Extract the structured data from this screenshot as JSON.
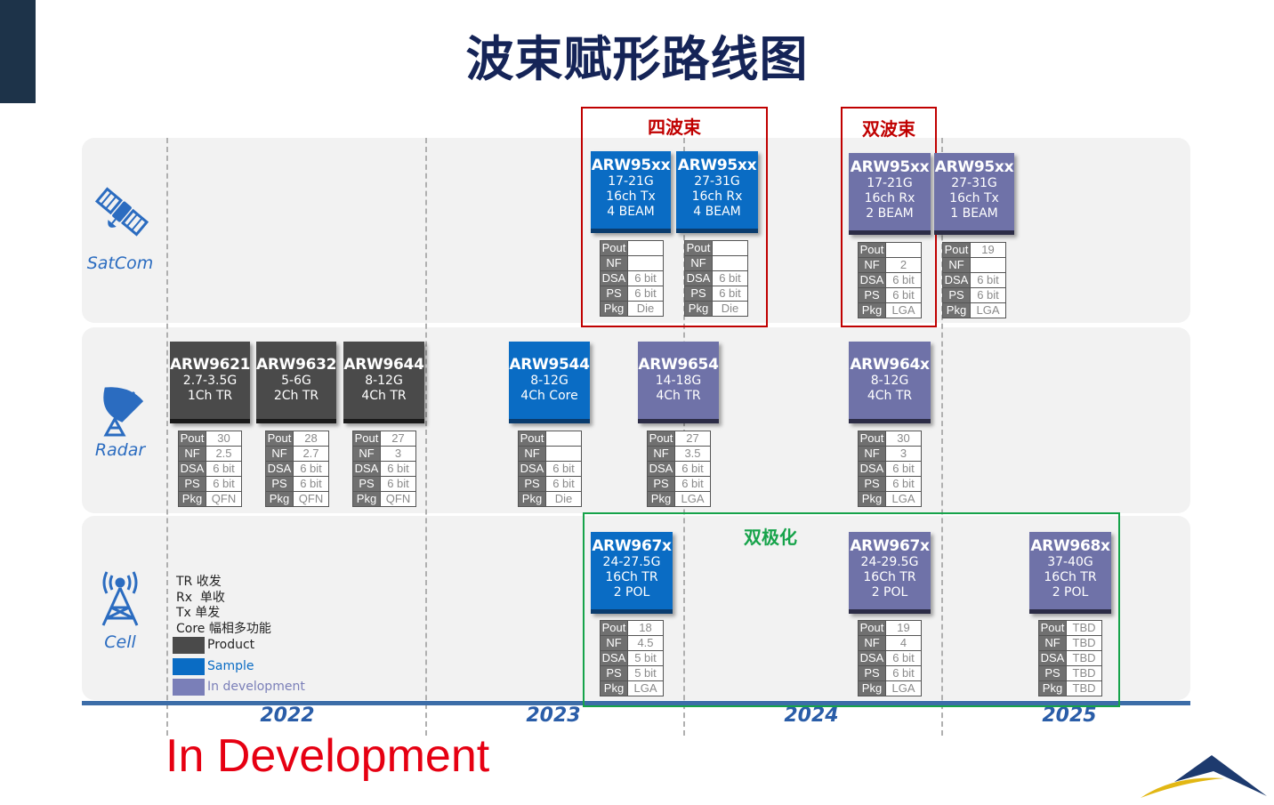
{
  "title": "波束赋形路线图",
  "watermark": "In Development",
  "years": [
    "2022",
    "2023",
    "2024",
    "2025"
  ],
  "rows": [
    {
      "label": "SatCom",
      "icon": "satellite-icon"
    },
    {
      "label": "Radar",
      "icon": "radar-dish-icon"
    },
    {
      "label": "Cell",
      "icon": "cell-tower-icon"
    }
  ],
  "groups": [
    {
      "label": "四波束",
      "color": "#c00000"
    },
    {
      "label": "双波束",
      "color": "#c00000"
    },
    {
      "label": "双极化",
      "color": "#16a34a"
    }
  ],
  "spec_keys": [
    "Pout",
    "NF",
    "DSA",
    "PS",
    "Pkg"
  ],
  "status_colors": {
    "product": "#4a4a4a",
    "sample": "#0a6cc4",
    "dev": "#6f72a8"
  },
  "products": [
    {
      "row": "SatCom",
      "name": "ARW95xx",
      "lines": [
        "17-21G",
        "16ch Tx",
        "4 BEAM"
      ],
      "status": "sample",
      "specs": [
        "",
        "",
        "6 bit",
        "6 bit",
        "Die"
      ]
    },
    {
      "row": "SatCom",
      "name": "ARW95xx",
      "lines": [
        "27-31G",
        "16ch Rx",
        "4 BEAM"
      ],
      "status": "sample",
      "specs": [
        "",
        "",
        "6 bit",
        "6 bit",
        "Die"
      ]
    },
    {
      "row": "SatCom",
      "name": "ARW95xx",
      "lines": [
        "17-21G",
        "16ch Rx",
        "2 BEAM"
      ],
      "status": "dev",
      "specs": [
        "",
        "2",
        "6 bit",
        "6 bit",
        "LGA"
      ]
    },
    {
      "row": "SatCom",
      "name": "ARW95xx",
      "lines": [
        "27-31G",
        "16ch Tx",
        "1 BEAM"
      ],
      "status": "dev",
      "specs": [
        "19",
        "",
        "6 bit",
        "6 bit",
        "LGA"
      ]
    },
    {
      "row": "Radar",
      "name": "ARW9621",
      "lines": [
        "2.7-3.5G",
        "1Ch TR"
      ],
      "status": "product",
      "specs": [
        "30",
        "2.5",
        "6 bit",
        "6 bit",
        "QFN"
      ]
    },
    {
      "row": "Radar",
      "name": "ARW9632",
      "lines": [
        "5-6G",
        "2Ch TR"
      ],
      "status": "product",
      "specs": [
        "28",
        "2.7",
        "6 bit",
        "6 bit",
        "QFN"
      ]
    },
    {
      "row": "Radar",
      "name": "ARW9644",
      "lines": [
        "8-12G",
        "4Ch TR"
      ],
      "status": "product",
      "specs": [
        "27",
        "3",
        "6 bit",
        "6 bit",
        "QFN"
      ]
    },
    {
      "row": "Radar",
      "name": "ARW9544",
      "lines": [
        "8-12G",
        "4Ch Core"
      ],
      "status": "sample",
      "specs": [
        "",
        "",
        "6 bit",
        "6 bit",
        "Die"
      ]
    },
    {
      "row": "Radar",
      "name": "ARW9654",
      "lines": [
        "14-18G",
        "4Ch TR"
      ],
      "status": "dev",
      "specs": [
        "27",
        "3.5",
        "6 bit",
        "6 bit",
        "LGA"
      ]
    },
    {
      "row": "Radar",
      "name": "ARW964x",
      "lines": [
        "8-12G",
        "4Ch TR"
      ],
      "status": "dev",
      "specs": [
        "30",
        "3",
        "6 bit",
        "6 bit",
        "LGA"
      ]
    },
    {
      "row": "Cell",
      "name": "ARW967x",
      "lines": [
        "24-27.5G",
        "16Ch TR",
        "2 POL"
      ],
      "status": "sample",
      "specs": [
        "18",
        "4.5",
        "5 bit",
        "5 bit",
        "LGA"
      ]
    },
    {
      "row": "Cell",
      "name": "ARW967x",
      "lines": [
        "24-29.5G",
        "16Ch TR",
        "2 POL"
      ],
      "status": "dev",
      "specs": [
        "19",
        "4",
        "6 bit",
        "6 bit",
        "LGA"
      ]
    },
    {
      "row": "Cell",
      "name": "ARW968x",
      "lines": [
        "37-40G",
        "16Ch TR",
        "2 POL"
      ],
      "status": "dev",
      "specs": [
        "TBD",
        "TBD",
        "TBD",
        "TBD",
        "TBD"
      ]
    }
  ],
  "legend": {
    "abbreviations": [
      "TR 收发",
      "Rx  单收",
      "Tx 单发",
      "Core 幅相多功能"
    ],
    "statuses": [
      {
        "label": "Product",
        "color": "#4a4a4a"
      },
      {
        "label": "Sample",
        "color": "#0a6cc4"
      },
      {
        "label": "In development",
        "color": "#7a7fb8"
      }
    ]
  }
}
